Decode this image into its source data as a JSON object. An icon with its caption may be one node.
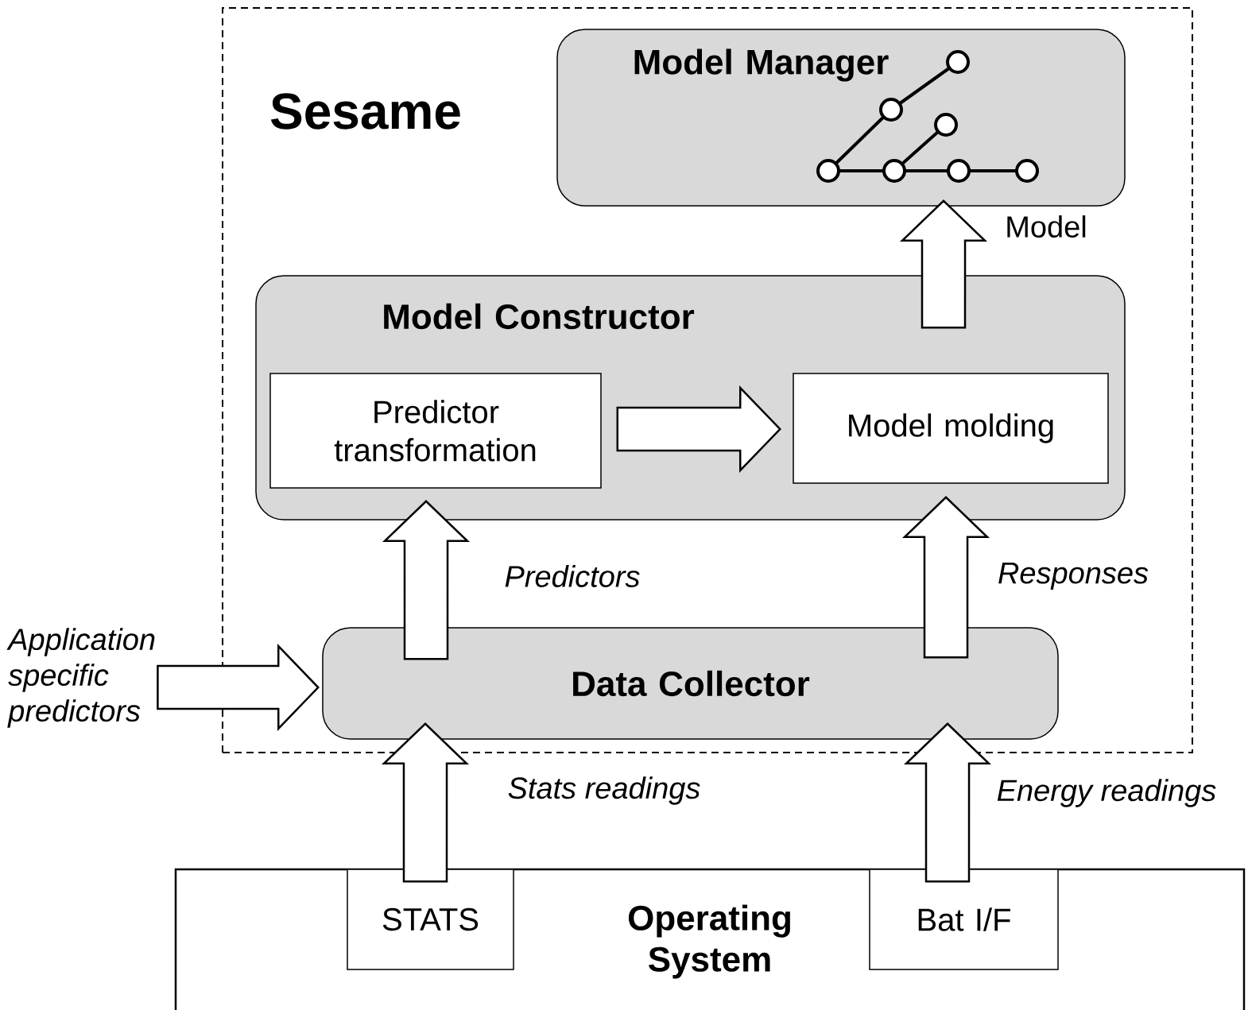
{
  "diagram": {
    "nodes": [
      {
        "text": [
          "Sesame"
        ]
      },
      {
        "text": [
          "Model Manager"
        ],
        "in": 0
      },
      {
        "text": [
          "Model Constructor"
        ],
        "in": 0
      },
      {
        "text": [
          "Predictor transformation"
        ],
        "in": 2
      },
      {
        "text": [
          "Model molding"
        ],
        "in": 2
      },
      {
        "text": [
          "Data Collector"
        ],
        "in": 0
      },
      {
        "text": [
          "Operating System"
        ]
      },
      {
        "text": [
          "STATS"
        ],
        "in": 6
      },
      {
        "text": [
          "Bat I/F"
        ],
        "in": 6
      },
      {
        "text": [
          "Application specific predictors"
        ]
      }
    ],
    "edges": [
      {
        "from": 9,
        "to": 5,
        "arrow": "to"
      },
      {
        "from": 5,
        "to": 3,
        "arrow": "to",
        "label": "Predictors"
      },
      {
        "from": 5,
        "to": 4,
        "arrow": "to",
        "label": "Responses"
      },
      {
        "from": 3,
        "to": 4,
        "arrow": "to"
      },
      {
        "from": 2,
        "to": 1,
        "arrow": "to",
        "label": "Model"
      },
      {
        "from": 7,
        "to": 5,
        "arrow": "to",
        "label": "Stats readings"
      },
      {
        "from": 8,
        "to": 5,
        "arrow": "to",
        "label": "Energy readings"
      }
    ]
  }
}
